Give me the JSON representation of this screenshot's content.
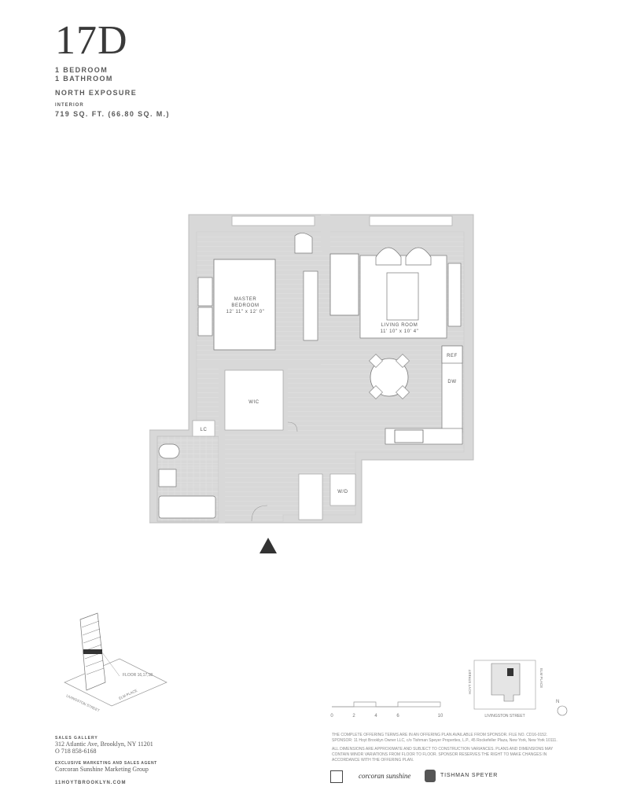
{
  "header": {
    "unit": "17D",
    "bedrooms": "1 BEDROOM",
    "bathrooms": "1 BATHROOM",
    "exposure": "NORTH EXPOSURE",
    "interior_label": "INTERIOR",
    "interior_value": "719 SQ. FT. (66.80 SQ. M.)"
  },
  "plan": {
    "master_bedroom_line1": "MASTER",
    "master_bedroom_line2": "BEDROOM",
    "master_bedroom_dims": "12' 11\" x 12' 0\"",
    "living_room": "LIVING ROOM",
    "living_room_dims": "11' 10\" x 10' 4\"",
    "wic": "WIC",
    "lc": "LC",
    "ref": "REF",
    "dw": "DW",
    "wd": "W/D"
  },
  "building_diagram": {
    "floor_label": "FLOOR 16,17,18",
    "street_left": "LIVINGSTON STREET",
    "street_right": "ELM PLACE"
  },
  "scale_bar": {
    "ticks": [
      "0",
      "2",
      "4",
      "6",
      "10"
    ]
  },
  "key_plan": {
    "left_street": "HOYT STREET",
    "right_street": "ELM PLACE",
    "bottom_street": "LIVINGSTON STREET",
    "north": "N"
  },
  "footer": {
    "sales_gallery_label": "SALES GALLERY",
    "address": "312 Atlantic Ave, Brooklyn, NY 11201",
    "phone": "O 718 858-6168",
    "agent_label": "EXCLUSIVE MARKETING AND SALES AGENT",
    "agent": "Corcoran Sunshine Marketing Group",
    "website": "11HOYTBROOKLYN.COM",
    "disclaimer_1": "THE COMPLETE OFFERING TERMS ARE IN AN OFFERING PLAN AVAILABLE FROM SPONSOR. FILE NO. CD16-0152. SPONSOR: 11 Hoyt Brooklyn Owner LLC, c/o Tishman Speyer Properties, L.P., 45 Rockefeller Plaza, New York, New York 10111.",
    "disclaimer_2": "ALL DIMENSIONS ARE APPROXIMATE AND SUBJECT TO CONSTRUCTION VARIANCES. PLANS AND DIMENSIONS MAY CONTAIN MINOR VARIATIONS FROM FLOOR TO FLOOR. SPONSOR RESERVES THE RIGHT TO MAKE CHANGES IN ACCORDANCE WITH THE OFFERING PLAN.",
    "logo_corcoran": "corcoran sunshine",
    "logo_tishman": "TISHMAN SPEYER"
  }
}
